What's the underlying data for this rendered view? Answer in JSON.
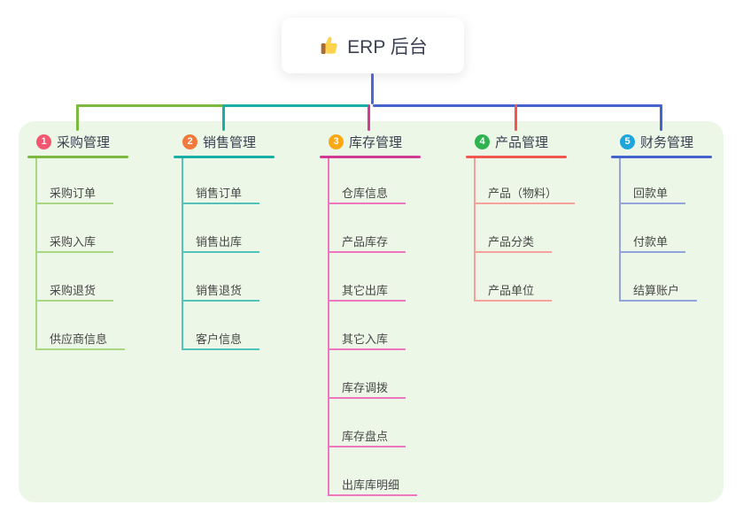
{
  "root_node": {
    "icon": "thumbs-up-icon",
    "title": "ERP 后台"
  },
  "connector_colors": {
    "root": "#5064d2"
  },
  "branches": [
    {
      "num": "1",
      "label": "采购管理",
      "line_color": "#7cb93f",
      "child_line_color": "#a9d880",
      "badge_color": "#f4566f",
      "children": [
        "采购订单",
        "采购入库",
        "采购退货",
        "供应商信息"
      ]
    },
    {
      "num": "2",
      "label": "销售管理",
      "line_color": "#18b0a6",
      "child_line_color": "#52c3b8",
      "badge_color": "#f0793b",
      "children": [
        "销售订单",
        "销售出库",
        "销售退货",
        "客户信息"
      ]
    },
    {
      "num": "3",
      "label": "库存管理",
      "line_color": "#d13b93",
      "child_line_color": "#ec77be",
      "badge_color": "#fba815",
      "children": [
        "仓库信息",
        "产品库存",
        "其它出库",
        "其它入库",
        "库存调拨",
        "库存盘点",
        "出库库明细"
      ]
    },
    {
      "num": "4",
      "label": "产品管理",
      "line_color": "#f2574f",
      "child_line_color": "#f6a19b",
      "badge_color": "#2fb350",
      "children": [
        "产品（物料）",
        "产品分类",
        "产品单位"
      ]
    },
    {
      "num": "5",
      "label": "财务管理",
      "line_color": "#4463cd",
      "child_line_color": "#92a4dc",
      "badge_color": "#1ea5de",
      "children": [
        "回款单",
        "付款单",
        "结算账户"
      ]
    }
  ]
}
